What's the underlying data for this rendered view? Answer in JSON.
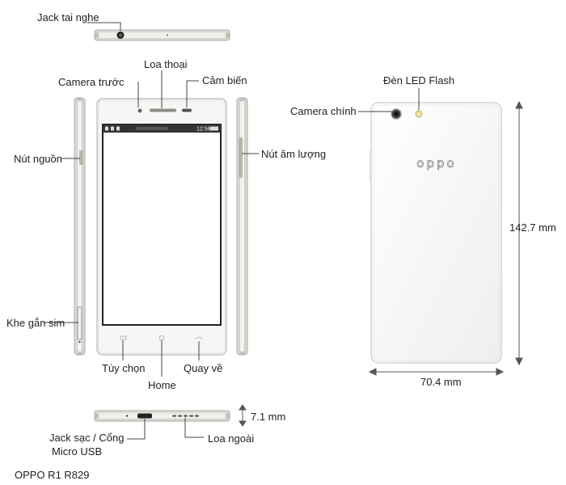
{
  "labels": {
    "headphone_jack": "Jack tai nghe",
    "earpiece": "Loa thoại",
    "front_camera": "Camera trước",
    "sensor": "Cảm biến",
    "power_button": "Nút nguồn",
    "volume_button": "Nút âm lượng",
    "sim_slot": "Khe gắn sim",
    "options": "Tùy chọn",
    "home": "Home",
    "back": "Quay về",
    "main_camera": "Camera chính",
    "led_flash": "Đèn LED Flash",
    "charging_port_line1": "Jack sạc / Cổng",
    "charging_port_line2": "Micro USB",
    "loudspeaker": "Loa ngoài"
  },
  "dimensions": {
    "height": "142.7 mm",
    "width": "70.4 mm",
    "thickness": "7.1 mm"
  },
  "screen": {
    "clock": "12:56"
  },
  "brand_logo": "oppo",
  "caption": "OPPO R1 R829",
  "colors": {
    "body": "#f4f4f2",
    "frame": "#c9c7bf",
    "screen_bar": "#333333",
    "line": "#444444"
  }
}
